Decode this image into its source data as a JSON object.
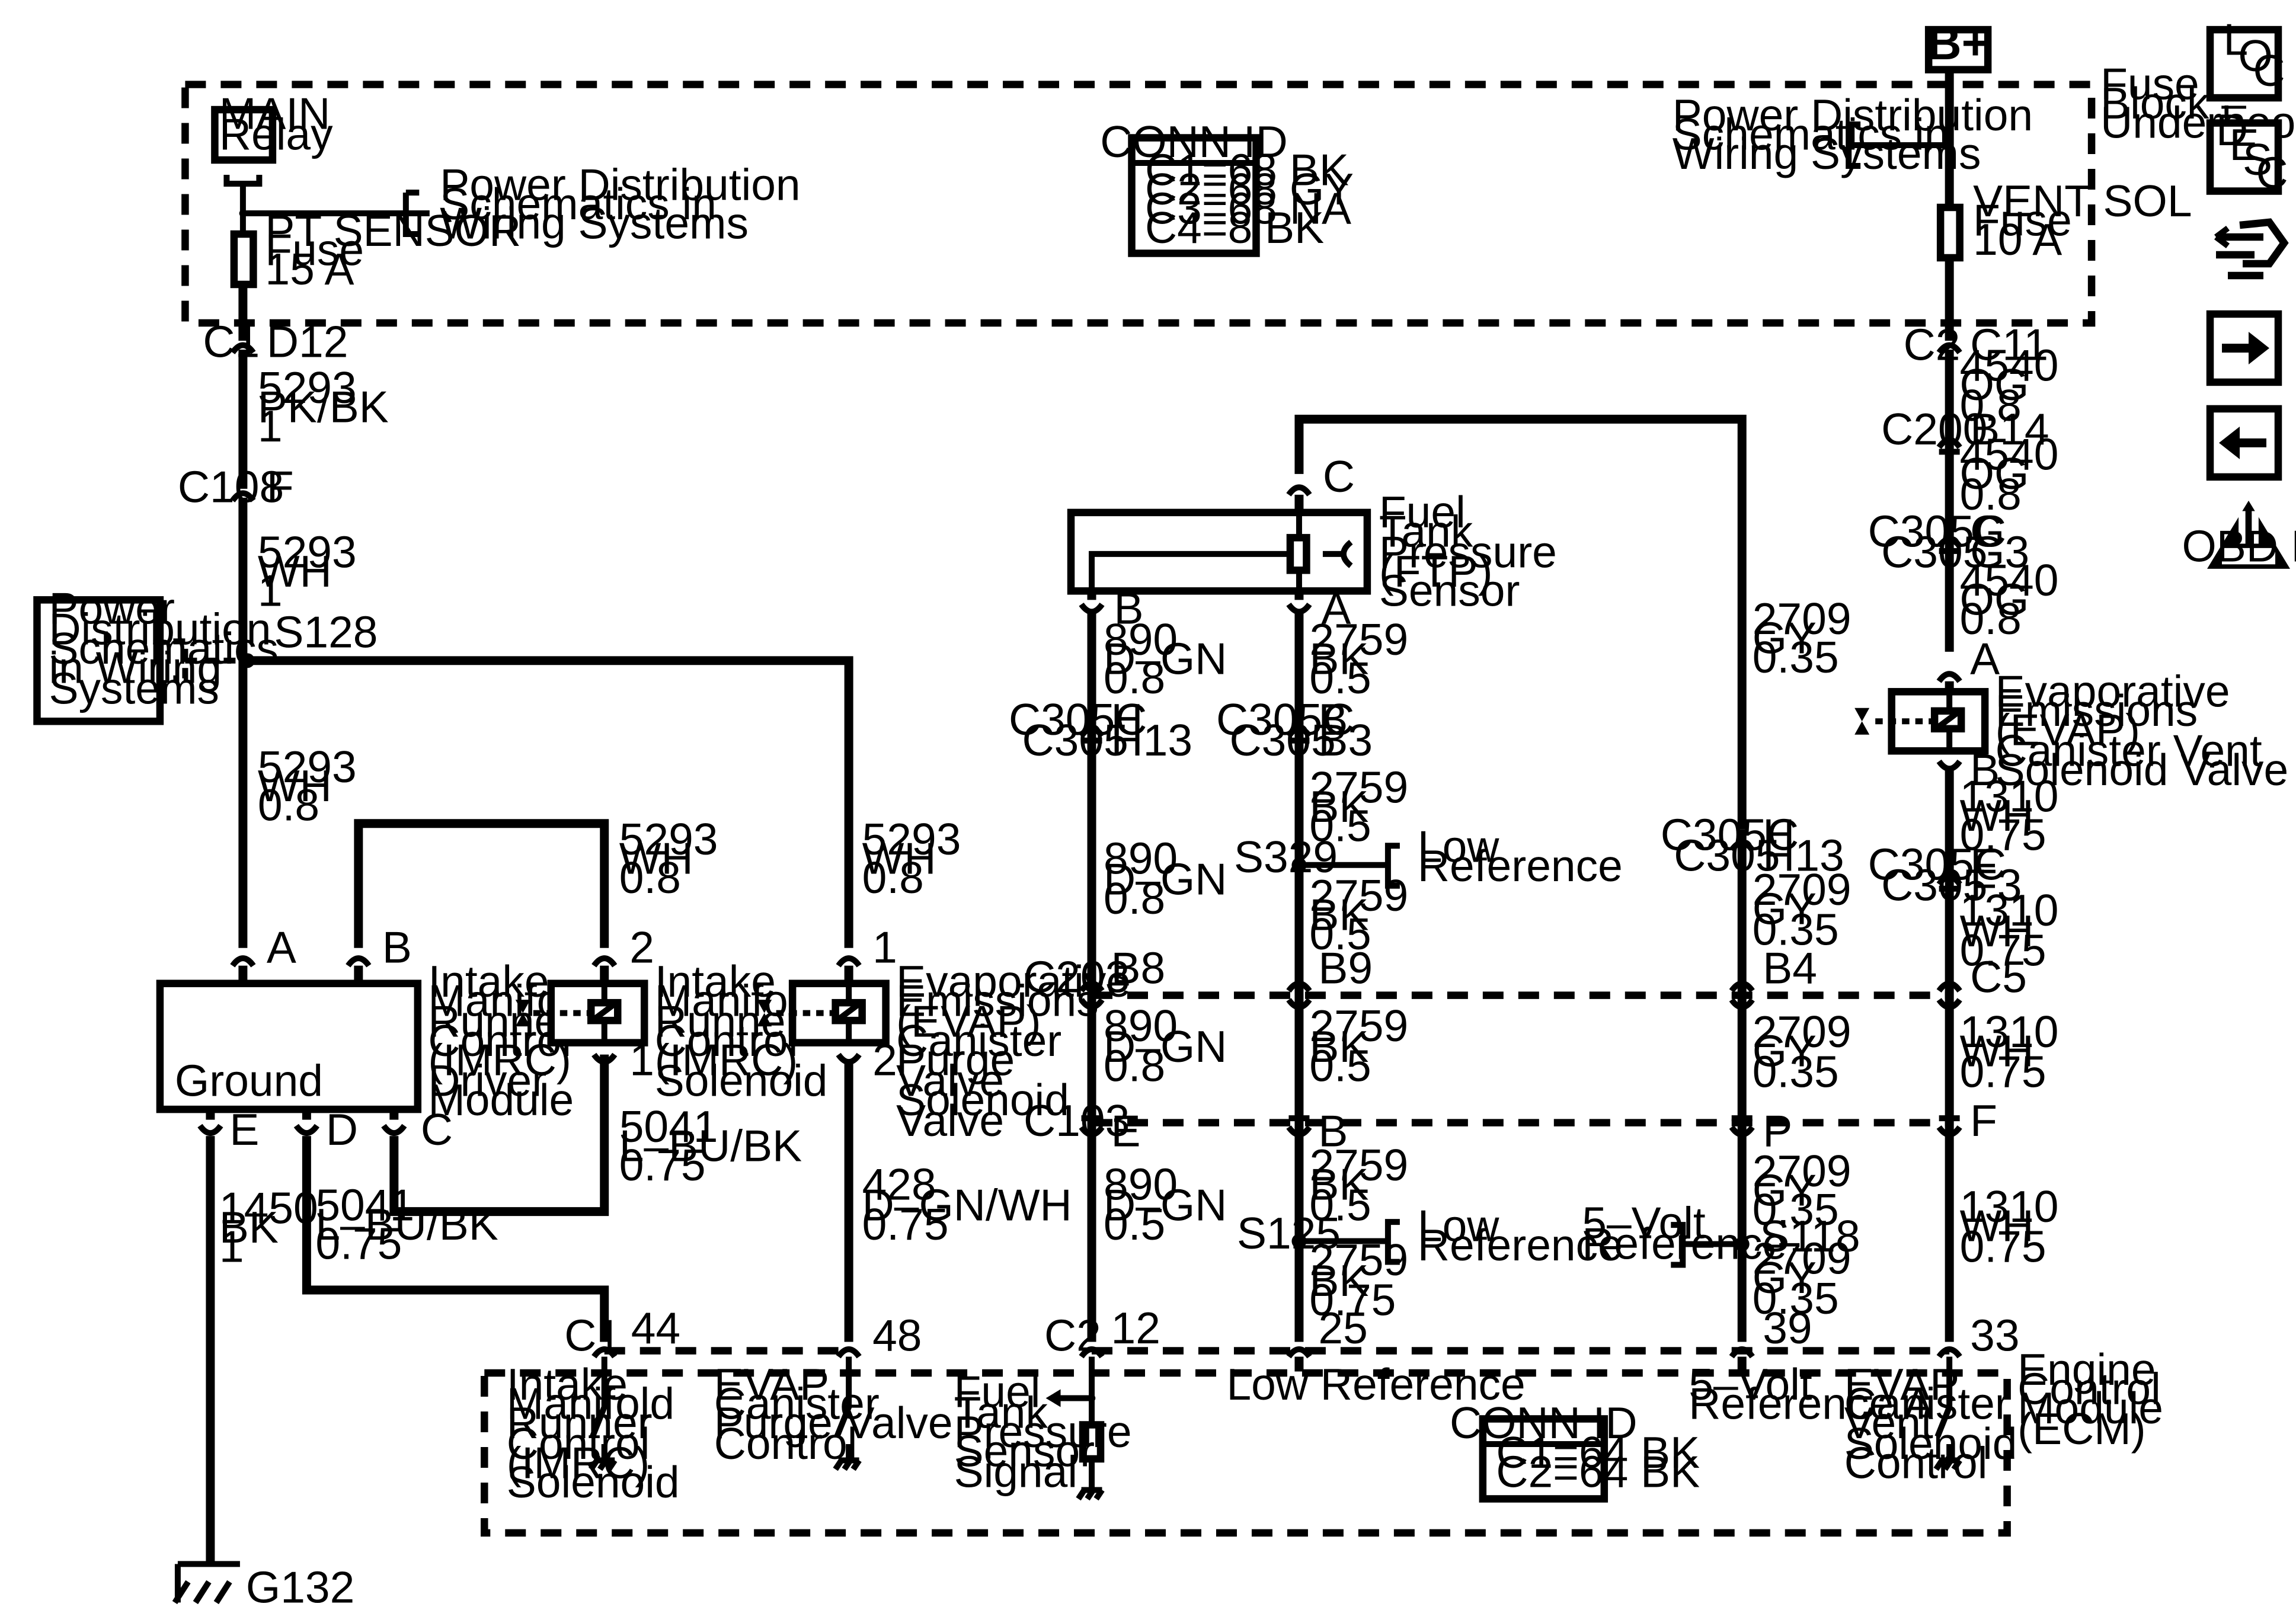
{
  "top": {
    "bplus": "B+",
    "fuse_block": [
      "Fuse",
      "Block –",
      "Underhood"
    ]
  },
  "nav": {
    "loc": [
      "L",
      "O",
      "C"
    ],
    "desc": [
      "D",
      "E",
      "S",
      "C"
    ],
    "obd": "OBD II",
    "obd_num": "II"
  },
  "fuse_area": {
    "main_relay": [
      "MAIN",
      "Relay"
    ],
    "pdist_left": [
      "Power Distribution",
      "Schematics in",
      "Wiring Systems"
    ],
    "pt_fuse": [
      "PT SENSOR",
      "Fuse",
      "15 A"
    ],
    "conn": {
      "title": "CONN ID",
      "lines": [
        "C1=68 BK",
        "C2=68 GY",
        "C3=68 NA",
        "C4=8 BK"
      ]
    },
    "pdist_right": [
      "Power Distribution",
      "Schematics in",
      "Wiring Systems"
    ],
    "vent_fuse": [
      "VENT SOL",
      "Fuse",
      "10 A"
    ]
  },
  "left": {
    "c1": "C1",
    "d12": "D12",
    "w5293a": [
      "5293",
      "PK/BK",
      "1"
    ],
    "c108": "C108",
    "f": "F",
    "w5293b": [
      "5293",
      "WH",
      "1"
    ],
    "pdist_box": [
      "Power",
      "Distribution",
      "Schematics",
      "in Wiring",
      "Systems"
    ],
    "s128": "S128",
    "w5293c": [
      "5293",
      "WH",
      "0.8"
    ],
    "w5293d": [
      "5293",
      "WH",
      "0.8"
    ],
    "w5293e": [
      "5293",
      "WH",
      "0.8"
    ],
    "pin_a": "A",
    "pin_b": "B",
    "pin_2": "2",
    "pin_1": "1",
    "pin_1b": "1",
    "pin_2b": "2",
    "driver": [
      "Intake",
      "Manifold",
      "Runner",
      "Control",
      "(IMRC)",
      "Driver",
      "Module"
    ],
    "ground": "Ground",
    "imrc_sol": [
      "Intake",
      "Manifold",
      "Runner",
      "Control",
      "(IMRC)",
      "Solenoid"
    ],
    "evap_purge": [
      "Evaporative",
      "Emissions",
      "(EVAP)",
      "Canister",
      "Purge",
      "Valve",
      "Solenoid",
      "Valve"
    ],
    "pin_e": "E",
    "pin_d": "D",
    "pin_c": "C",
    "w1450": [
      "1450",
      "BK",
      "1"
    ],
    "w5041a": [
      "5041",
      "L–BU/BK",
      "0.75"
    ],
    "w5041b": [
      "5041",
      "L–BU/BK",
      "0.75"
    ],
    "w428": [
      "428",
      "D–GN/WH",
      "0.75"
    ],
    "g132": "G132"
  },
  "middle": {
    "ftp": [
      "Fuel",
      "Tank",
      "Pressure",
      "(FTP)",
      "Sensor"
    ],
    "pin_c": "C",
    "pin_b": "B",
    "pin_a": "A",
    "w890a": [
      "890",
      "D–GN",
      "0.8"
    ],
    "w2759a": [
      "2759",
      "BK",
      "0.5"
    ],
    "c305c": "C305C",
    "c305": "C305",
    "h": "H",
    "h13": "H13",
    "b": "B",
    "b3": "B3",
    "w2759b": [
      "2759",
      "BK",
      "0.5"
    ],
    "s329": "S329",
    "lowref1": [
      "Low",
      "Reference"
    ],
    "w890b": [
      "890",
      "D–GN",
      "0.8"
    ],
    "w2759c": [
      "2759",
      "BK",
      "0.5"
    ],
    "w2709a": [
      "2709",
      "GY",
      "0.35"
    ],
    "w2709b": [
      "2709",
      "GY",
      "0.35"
    ],
    "c203": "C203",
    "b8": "B8",
    "b9": "B9",
    "b4": "B4",
    "c5": "C5",
    "w890c": [
      "890",
      "D–GN",
      "0.8"
    ],
    "w2759d": [
      "2759",
      "BK",
      "0.5"
    ],
    "w2709c": [
      "2709",
      "GY",
      "0.35"
    ],
    "c103": "C103",
    "e": "E",
    "bb": "B",
    "p": "P",
    "ff": "F",
    "w890d": [
      "890",
      "D–GN",
      "0.5"
    ],
    "w2759e": [
      "2759",
      "BK",
      "0.5"
    ],
    "s125": "S125",
    "lowref2": [
      "Low",
      "Reference"
    ],
    "w2759f": [
      "2759",
      "BK",
      "0.75"
    ],
    "w2709d": [
      "2709",
      "GY",
      "0.35"
    ],
    "fivev": [
      "5–Volt",
      "Reference"
    ],
    "s118": "S118",
    "w2709e": [
      "2709",
      "GY",
      "0.35"
    ]
  },
  "right": {
    "c2": "C2",
    "c11": "C11",
    "w4540a": [
      "4540",
      "OG",
      "0.8"
    ],
    "c200": "C200",
    "b14": "B14",
    "w4540b": [
      "4540",
      "OG",
      "0.8"
    ],
    "c305c": "C305C",
    "c305": "C305",
    "g": "G",
    "g3": "G3",
    "w4540c": [
      "4540",
      "OG",
      "0.8"
    ],
    "pin_a": "A",
    "pin_b": "B",
    "vent": [
      "Evaporative",
      "Emissions",
      "(EVAP)",
      "Canister Vent",
      "Solenoid Valve"
    ],
    "w1310a": [
      "1310",
      "WH",
      "0.75"
    ],
    "f": "F",
    "f3": "F3",
    "w1310b": [
      "1310",
      "WH",
      "0.75"
    ],
    "w1310c": [
      "1310",
      "WH",
      "0.75"
    ],
    "w1310d": [
      "1310",
      "WH",
      "0.75"
    ]
  },
  "ecm": {
    "c1": "C1",
    "p44": "44",
    "p48": "48",
    "c2": "C2",
    "p12": "12",
    "p25": "25",
    "p39": "39",
    "p33": "33",
    "imrc": [
      "Intake",
      "Manifold",
      "Runner",
      "Control",
      "(IMRC)",
      "Solenoid"
    ],
    "purge": [
      "EVAP",
      "Canister",
      "Purge Valve",
      "Control"
    ],
    "ftp": [
      "Fuel",
      "Tank",
      "Pressure",
      "Sensor",
      "Signal"
    ],
    "lowref": "Low Reference",
    "fivev": [
      "5–Volt",
      "Reference A"
    ],
    "vent": [
      "EVAP",
      "Canister",
      "Vent",
      "Solenoid",
      "Control"
    ],
    "conn": {
      "title": "CONN ID",
      "lines": [
        "C1=64 BK",
        "C2=64 BK"
      ]
    },
    "name": [
      "Engine",
      "Control",
      "Module",
      "(ECM)"
    ]
  }
}
